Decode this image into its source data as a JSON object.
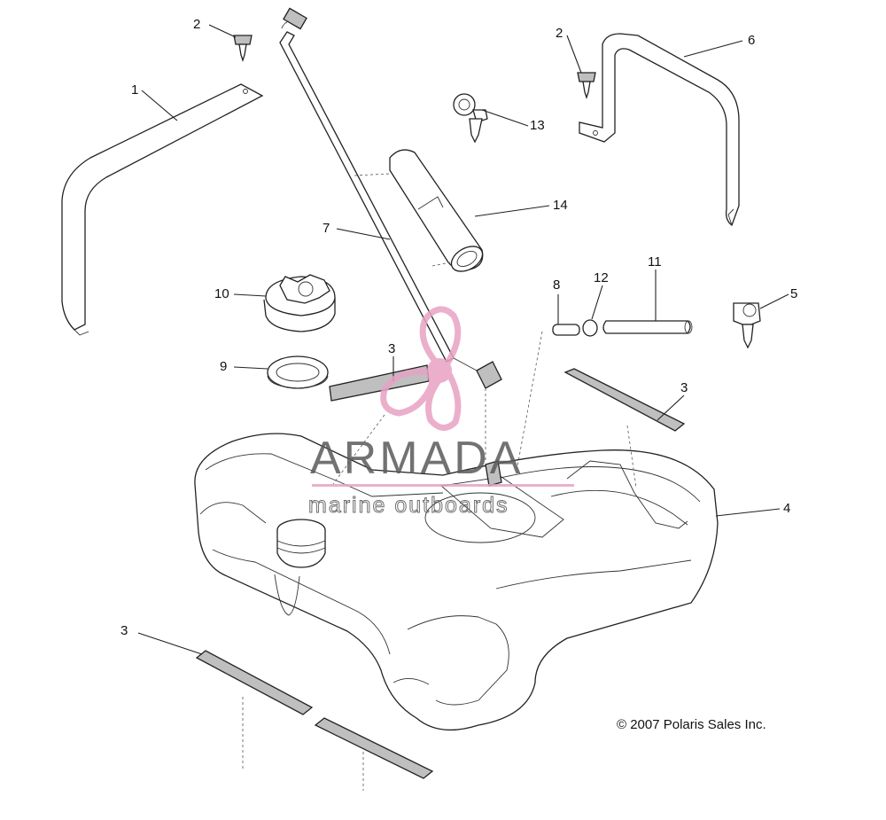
{
  "callouts": {
    "c1": "1",
    "c2a": "2",
    "c2b": "2",
    "c3a": "3",
    "c3b": "3",
    "c3c": "3",
    "c4": "4",
    "c5": "5",
    "c6": "6",
    "c7": "7",
    "c8": "8",
    "c9": "9",
    "c10": "10",
    "c11": "11",
    "c12": "12",
    "c13": "13",
    "c14": "14"
  },
  "watermark": {
    "brand": "ARMADA",
    "tagline": "marine outboards",
    "brand_color": "#e8a2c4"
  },
  "copyright": "© 2007 Polaris Sales Inc."
}
